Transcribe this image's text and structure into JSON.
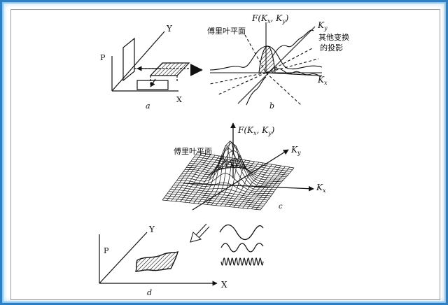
{
  "panel_a": {
    "axis_y": "Y",
    "axis_p": "P",
    "axis_x": "X",
    "caption": "a"
  },
  "panel_b": {
    "title_f": "F(K",
    "title_sub_x": "x",
    "title_mid": ", K",
    "title_sub_y": "y",
    "title_end": ")",
    "fourier_plane": "傅里叶平面",
    "other_transform_1": "其他变换",
    "other_transform_2": "的投影",
    "ky_main": "K",
    "ky_sub": "y",
    "kx_main": "K",
    "kx_sub": "x",
    "caption": "b"
  },
  "panel_c": {
    "title_f": "F(K",
    "title_sub_x": "x",
    "title_mid": ", K",
    "title_sub_y": "y",
    "title_end": ")",
    "fourier_plane": "傅里叶平面",
    "ky_main": "K",
    "ky_sub": "y",
    "kx_main": "K",
    "kx_sub": "x",
    "caption": "c"
  },
  "panel_d": {
    "axis_y": "Y",
    "axis_p": "P",
    "axis_x": "X",
    "caption": "d"
  },
  "colors": {
    "frame_border": "#2f7fc4",
    "frame_glow": "#8cc4ec",
    "ink": "#111111"
  }
}
